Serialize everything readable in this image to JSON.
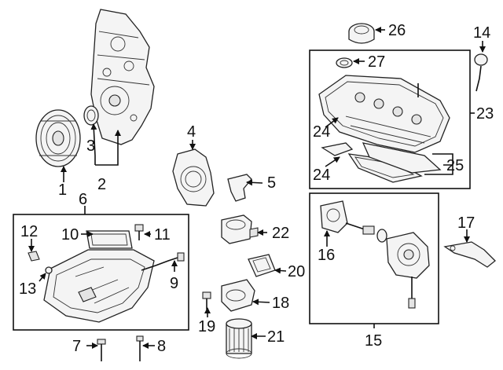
{
  "callouts": {
    "c1": "1",
    "c2": "2",
    "c3": "3",
    "c4": "4",
    "c5": "5",
    "c6": "6",
    "c7": "7",
    "c8": "8",
    "c9": "9",
    "c10": "10",
    "c11": "11",
    "c12": "12",
    "c13": "13",
    "c14": "14",
    "c15": "15",
    "c16": "16",
    "c17": "17",
    "c18": "18",
    "c19": "19",
    "c20": "20",
    "c21": "21",
    "c22": "22",
    "c23": "23",
    "c24a": "24",
    "c24b": "24",
    "c25": "25",
    "c26": "26",
    "c27": "27"
  }
}
